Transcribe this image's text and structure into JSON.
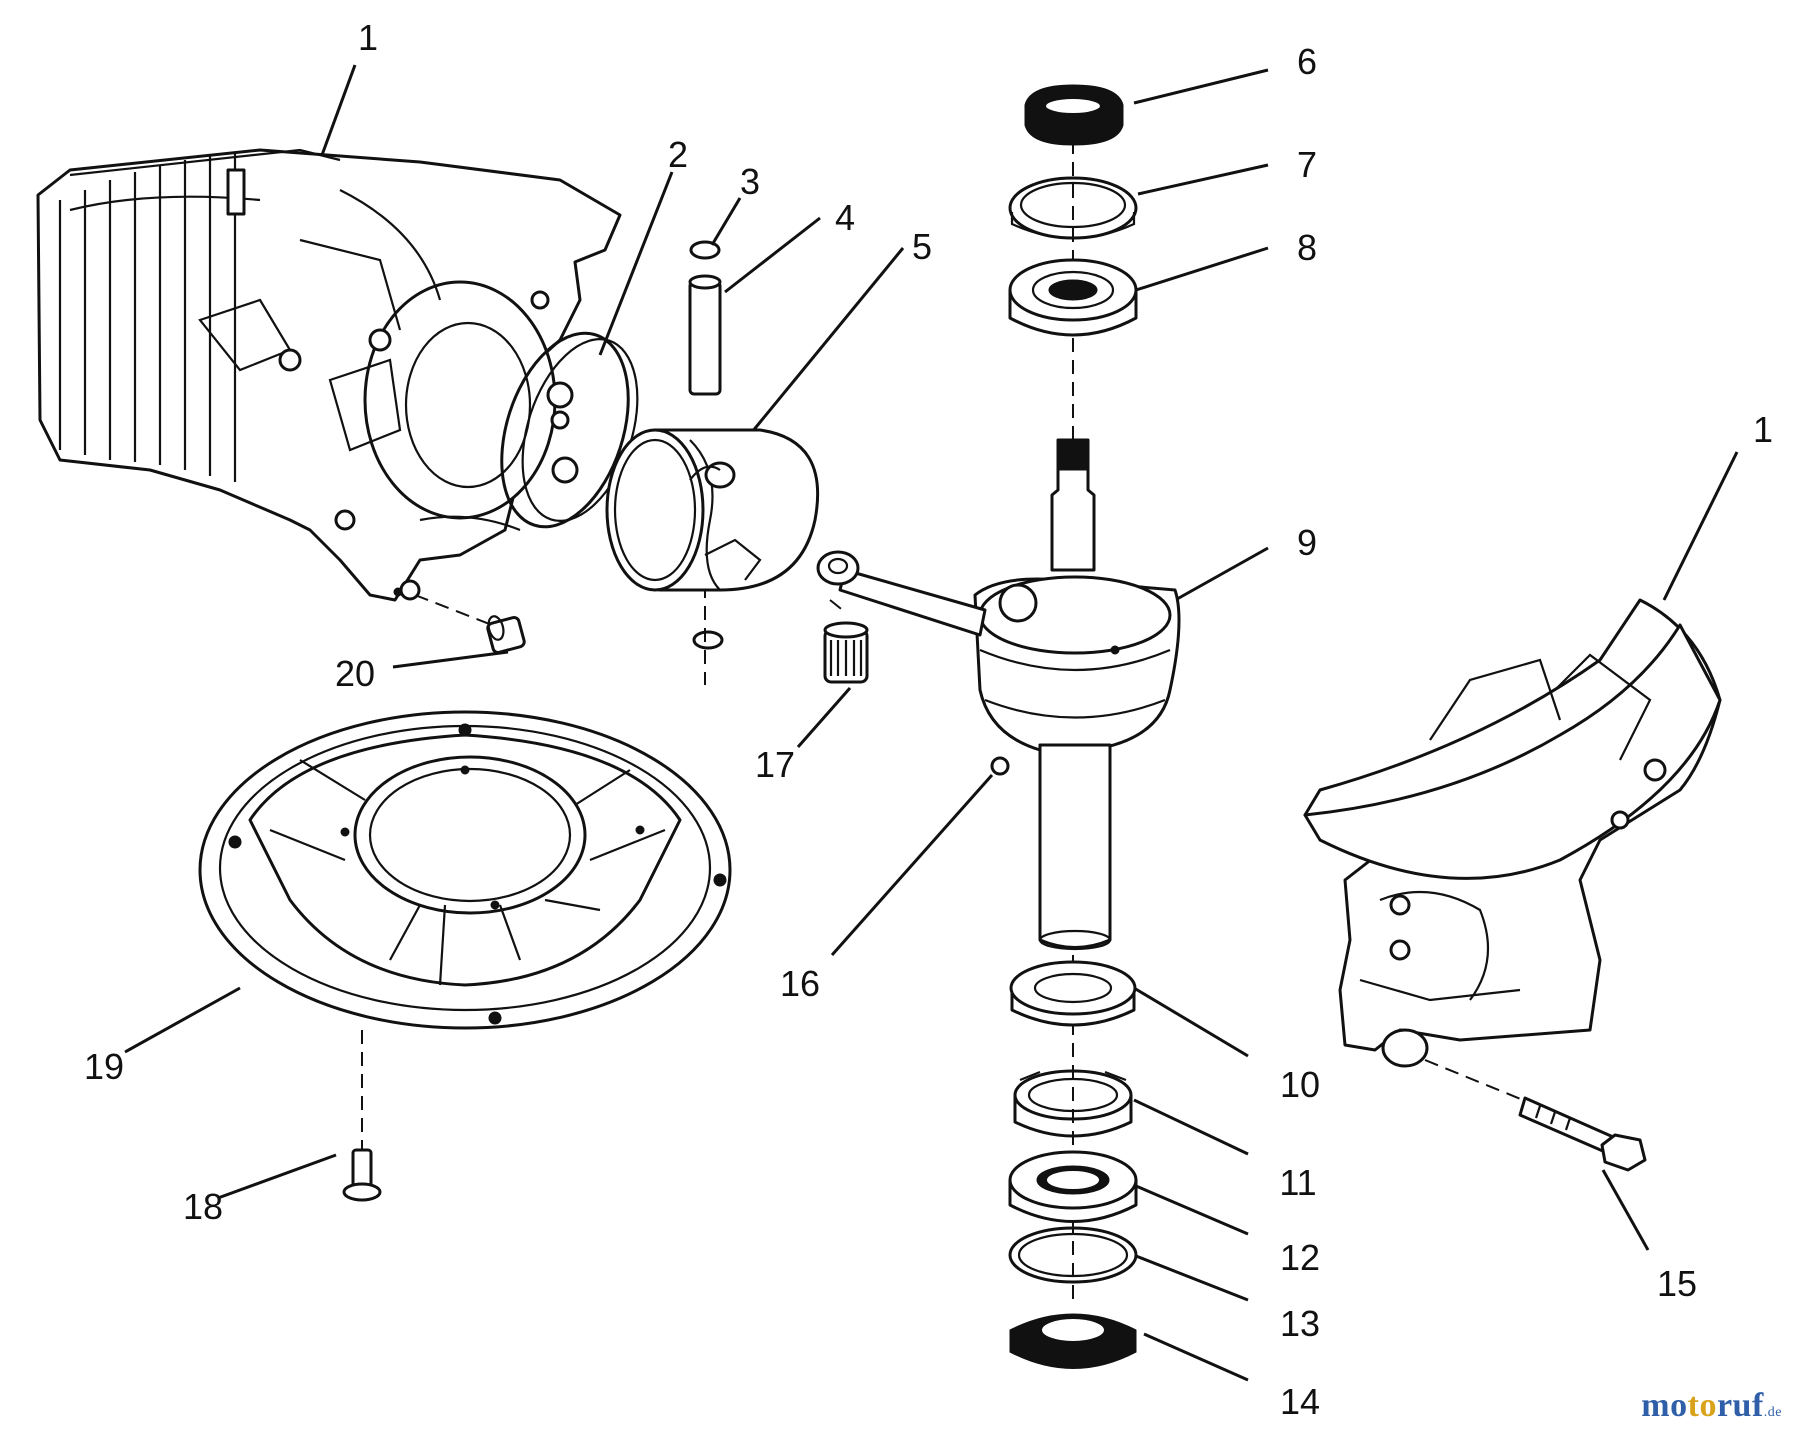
{
  "diagram": {
    "callouts": [
      "1",
      "2",
      "3",
      "4",
      "5",
      "6",
      "7",
      "8",
      "9",
      "10",
      "11",
      "12",
      "13",
      "14",
      "15",
      "16",
      "17",
      "18",
      "19",
      "20",
      "1"
    ]
  },
  "watermark": {
    "part1": "mo",
    "part2": "to",
    "part3": "ruf",
    "suffix": ".de"
  }
}
